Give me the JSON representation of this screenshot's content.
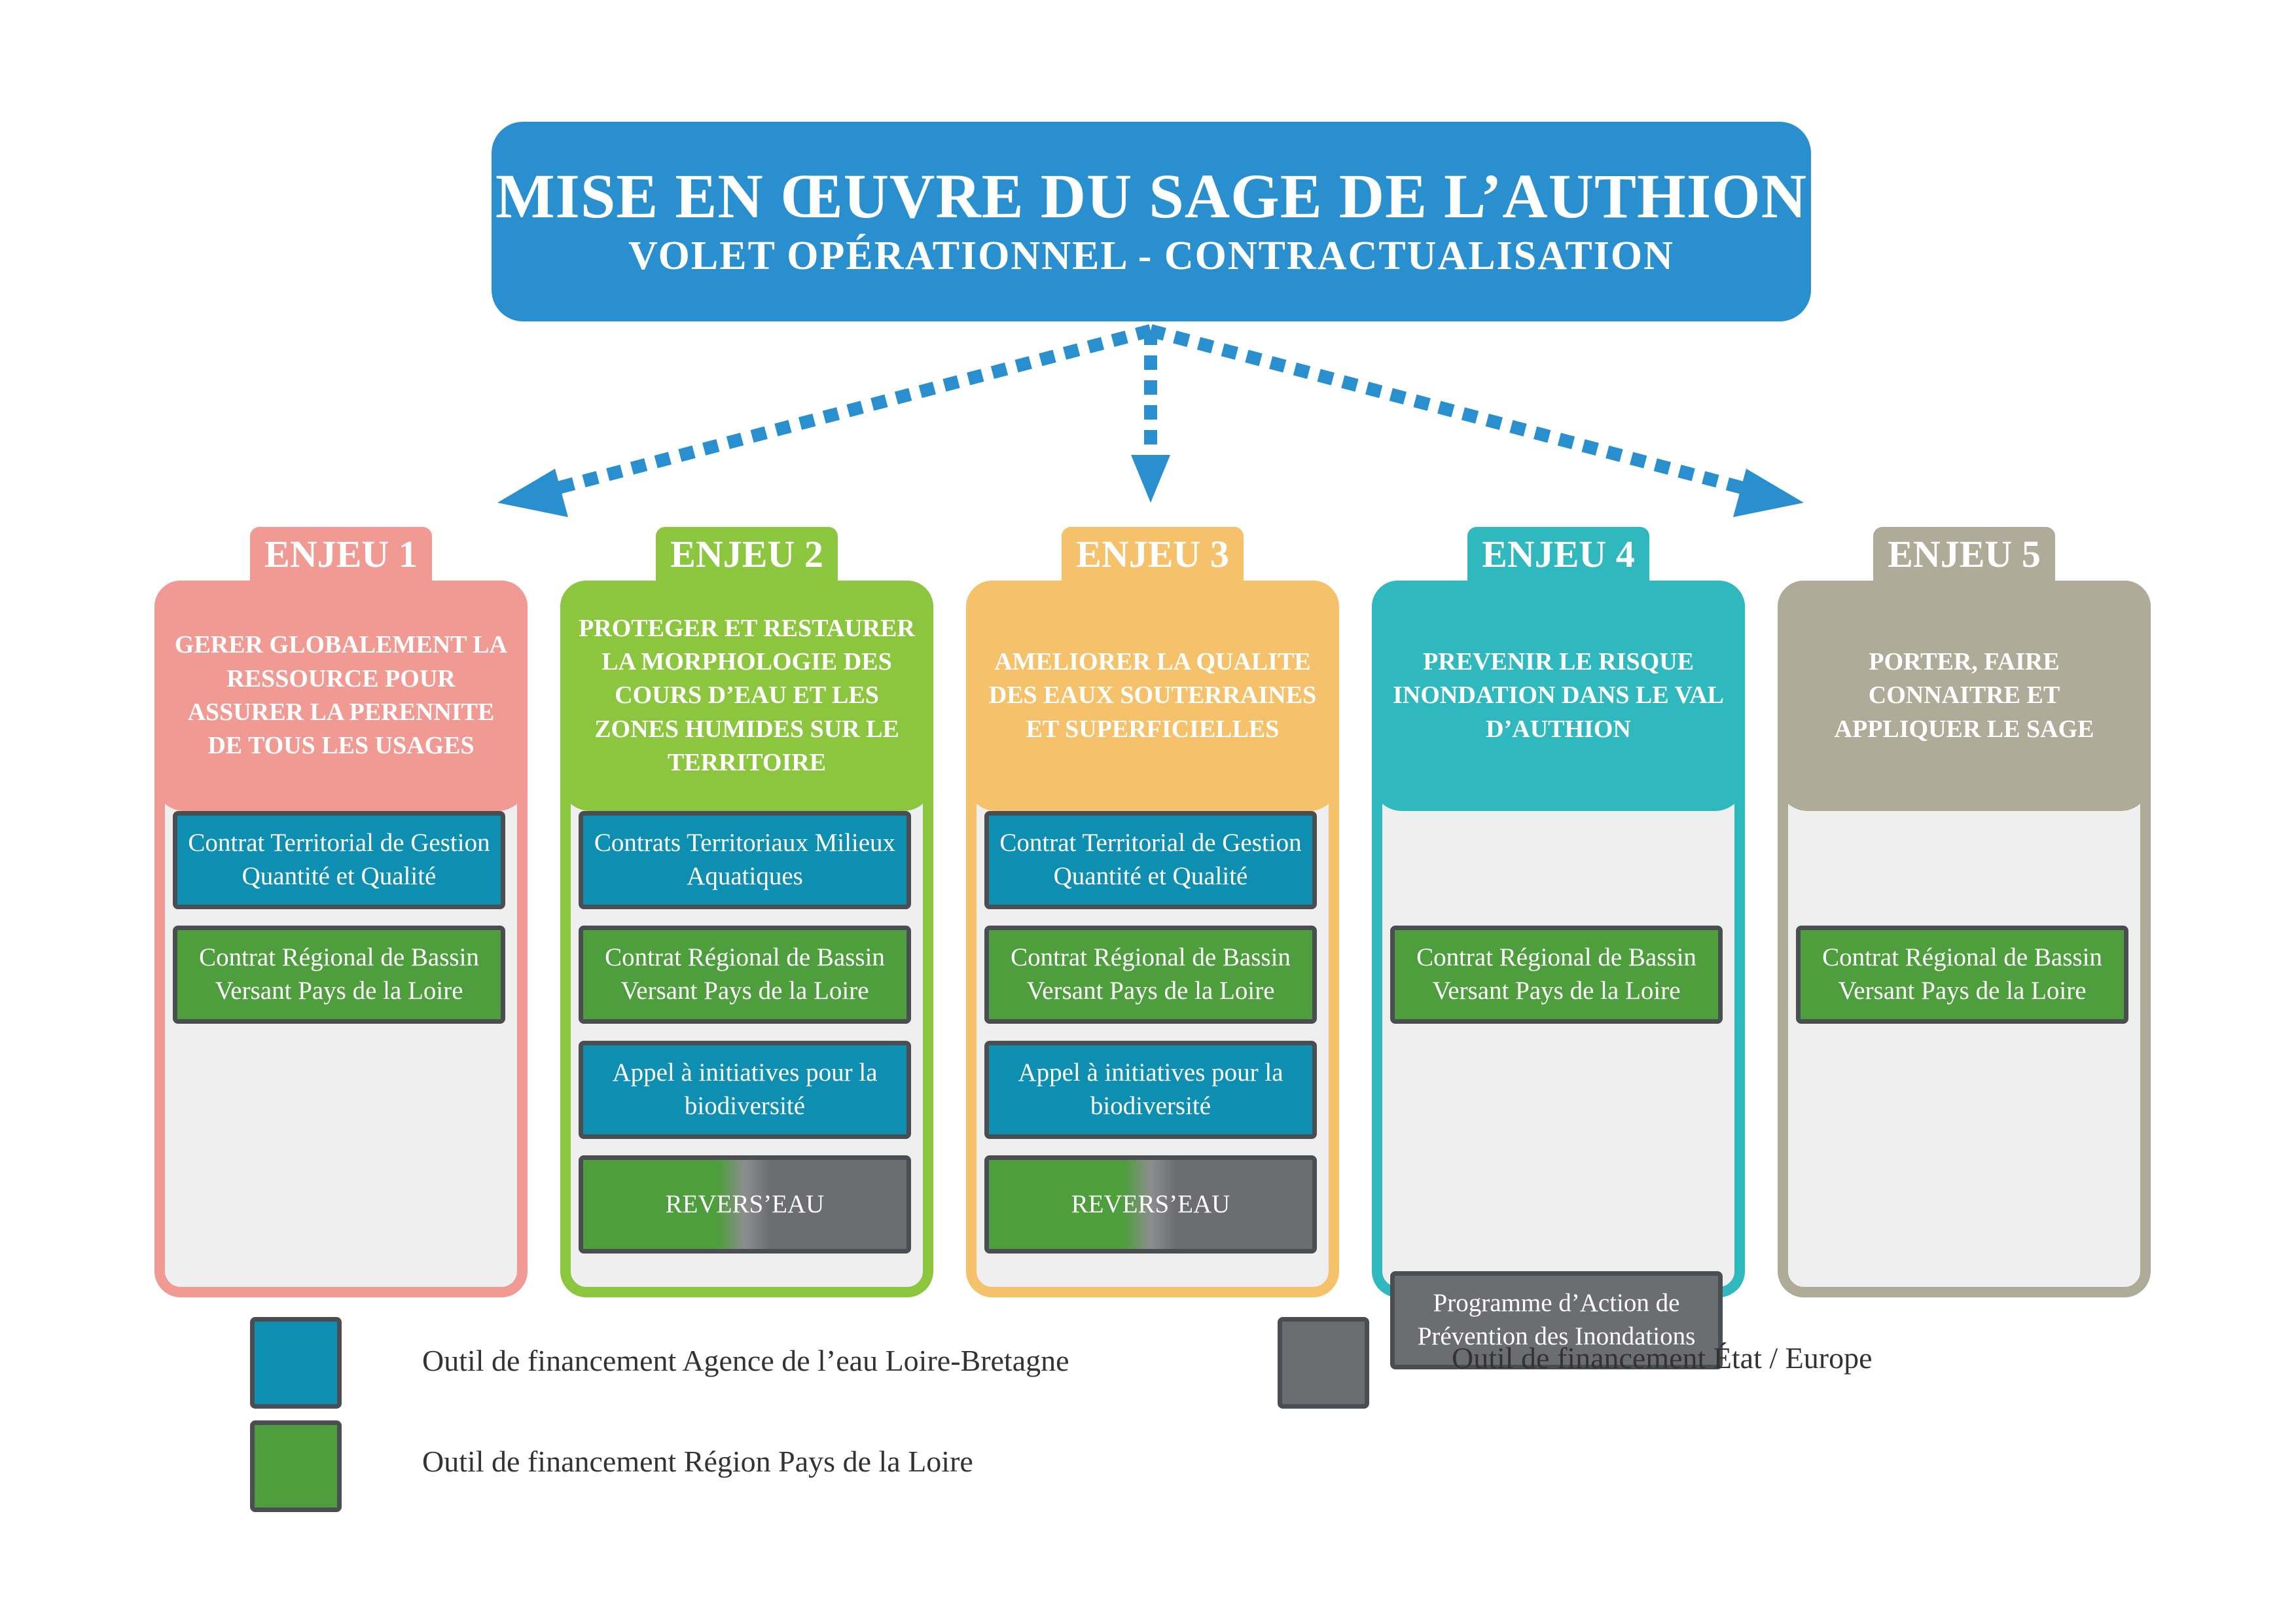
{
  "title": {
    "main": "MISE EN ŒUVRE DU SAGE DE L’AUTHION",
    "sub": "VOLET OPÉRATIONNEL - CONTRACTUALISATION"
  },
  "colors": {
    "title": "#2a8fcf",
    "agence": "#0e8fb2",
    "region": "#4f9e3e",
    "etat": "#6c6d70",
    "enjeu1": "#f19a93",
    "enjeu2": "#8cc63f",
    "enjeu3": "#f5c26b",
    "enjeu4": "#2fb8be",
    "enjeu5": "#aeab98"
  },
  "enjeux": [
    {
      "badge": "ENJEU 1",
      "heading": "GERER GLOBALEMENT LA RESSOURCE POUR ASSURER LA PERENNITE DE TOUS LES USAGES",
      "tools": [
        {
          "label": "Contrat Territorial de Gestion Quantité et Qualité",
          "type": "agence"
        },
        {
          "label": "Contrat Régional de Bassin Versant Pays de la Loire",
          "type": "region"
        }
      ]
    },
    {
      "badge": "ENJEU 2",
      "heading": "PROTEGER ET RESTAURER LA MORPHOLOGIE DES COURS D’EAU ET LES ZONES HUMIDES SUR LE TERRITOIRE",
      "tools": [
        {
          "label": "Contrats Territoriaux Milieux Aquatiques",
          "type": "agence"
        },
        {
          "label": "Contrat Régional de Bassin Versant Pays de la Loire",
          "type": "region"
        },
        {
          "label": "Appel à initiatives pour la biodiversité",
          "type": "agence"
        },
        {
          "label": "REVERS’EAU",
          "type": "mixed"
        }
      ]
    },
    {
      "badge": "ENJEU 3",
      "heading": "AMELIORER LA QUALITE DES EAUX SOUTERRAINES ET SUPERFICIELLES",
      "tools": [
        {
          "label": "Contrat Territorial de Gestion Quantité et Qualité",
          "type": "agence"
        },
        {
          "label": "Contrat Régional de Bassin Versant Pays de la Loire",
          "type": "region"
        },
        {
          "label": "Appel à initiatives pour la biodiversité",
          "type": "agence"
        },
        {
          "label": "REVERS’EAU",
          "type": "mixed"
        }
      ]
    },
    {
      "badge": "ENJEU 4",
      "heading": "PREVENIR LE RISQUE INONDATION DANS LE VAL D’AUTHION",
      "tools": [
        {
          "label": "Contrat Régional de Bassin Versant Pays de la Loire",
          "type": "region"
        },
        {
          "label": "Programme d’Action de Prévention des Inondations",
          "type": "etat"
        }
      ]
    },
    {
      "badge": "ENJEU 5",
      "heading": "PORTER, FAIRE CONNAITRE ET APPLIQUER LE SAGE",
      "tools": [
        {
          "label": "Contrat Régional de Bassin Versant Pays de la Loire",
          "type": "region"
        }
      ]
    }
  ],
  "legend": {
    "agence": "Outil de financement Agence de l’eau Loire-Bretagne",
    "region": "Outil de financement Région Pays de la Loire",
    "etat": "Outil de financement État / Europe"
  }
}
